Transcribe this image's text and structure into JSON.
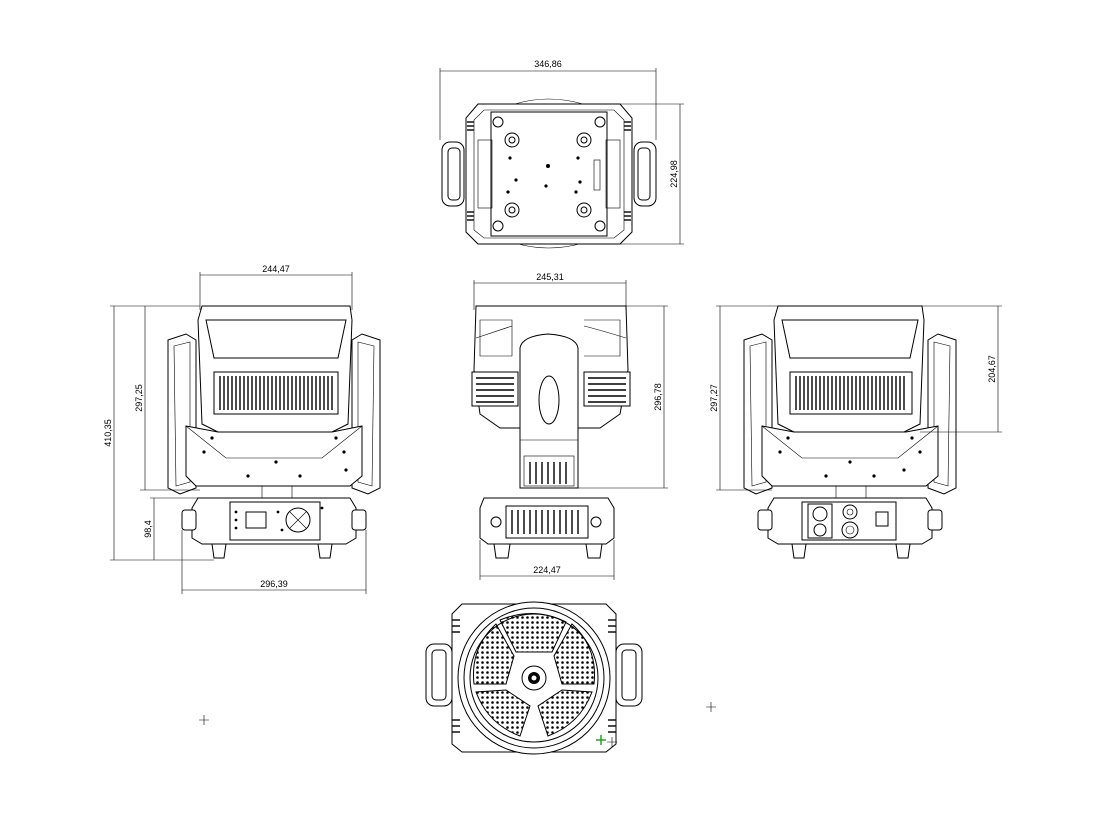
{
  "drawing": {
    "dimensions": {
      "top_width": "346,86",
      "top_depth": "224,98",
      "left_head_width": "244,47",
      "left_height_upper": "297,25",
      "left_total_height": "410,35",
      "left_base_height": "98,4",
      "left_base_width": "296,39",
      "front_head_width": "245,31",
      "front_height": "296,78",
      "front_base_width": "224,47",
      "right_height": "297,27",
      "right_head_height": "204,67"
    }
  }
}
